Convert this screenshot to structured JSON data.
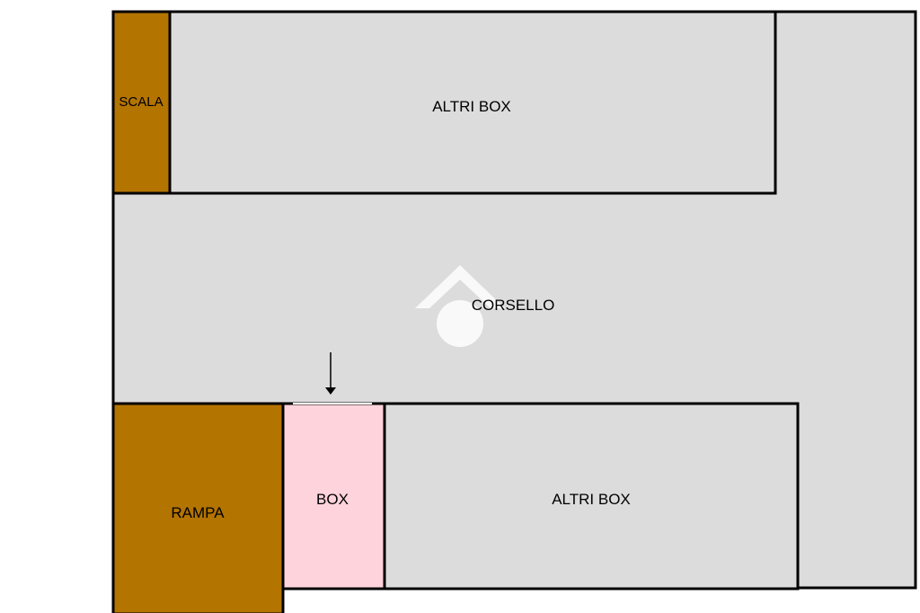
{
  "plan": {
    "colors": {
      "corridor": "#dcdcdc",
      "other_boxes": "#dcdcdc",
      "stairs_ramp": "#b37400",
      "highlighted_box": "#ffd3dc",
      "walls": "#000000",
      "watermark": "#ffffff"
    },
    "rooms": {
      "scala": "SCALA",
      "altri_box_top": "ALTRI BOX",
      "corsello": "CORSELLO",
      "rampa": "RAMPA",
      "box": "BOX",
      "altri_box_bottom": "ALTRI BOX"
    },
    "entrance_arrow": "arrow-down-icon",
    "watermark": "house-logo-icon"
  }
}
